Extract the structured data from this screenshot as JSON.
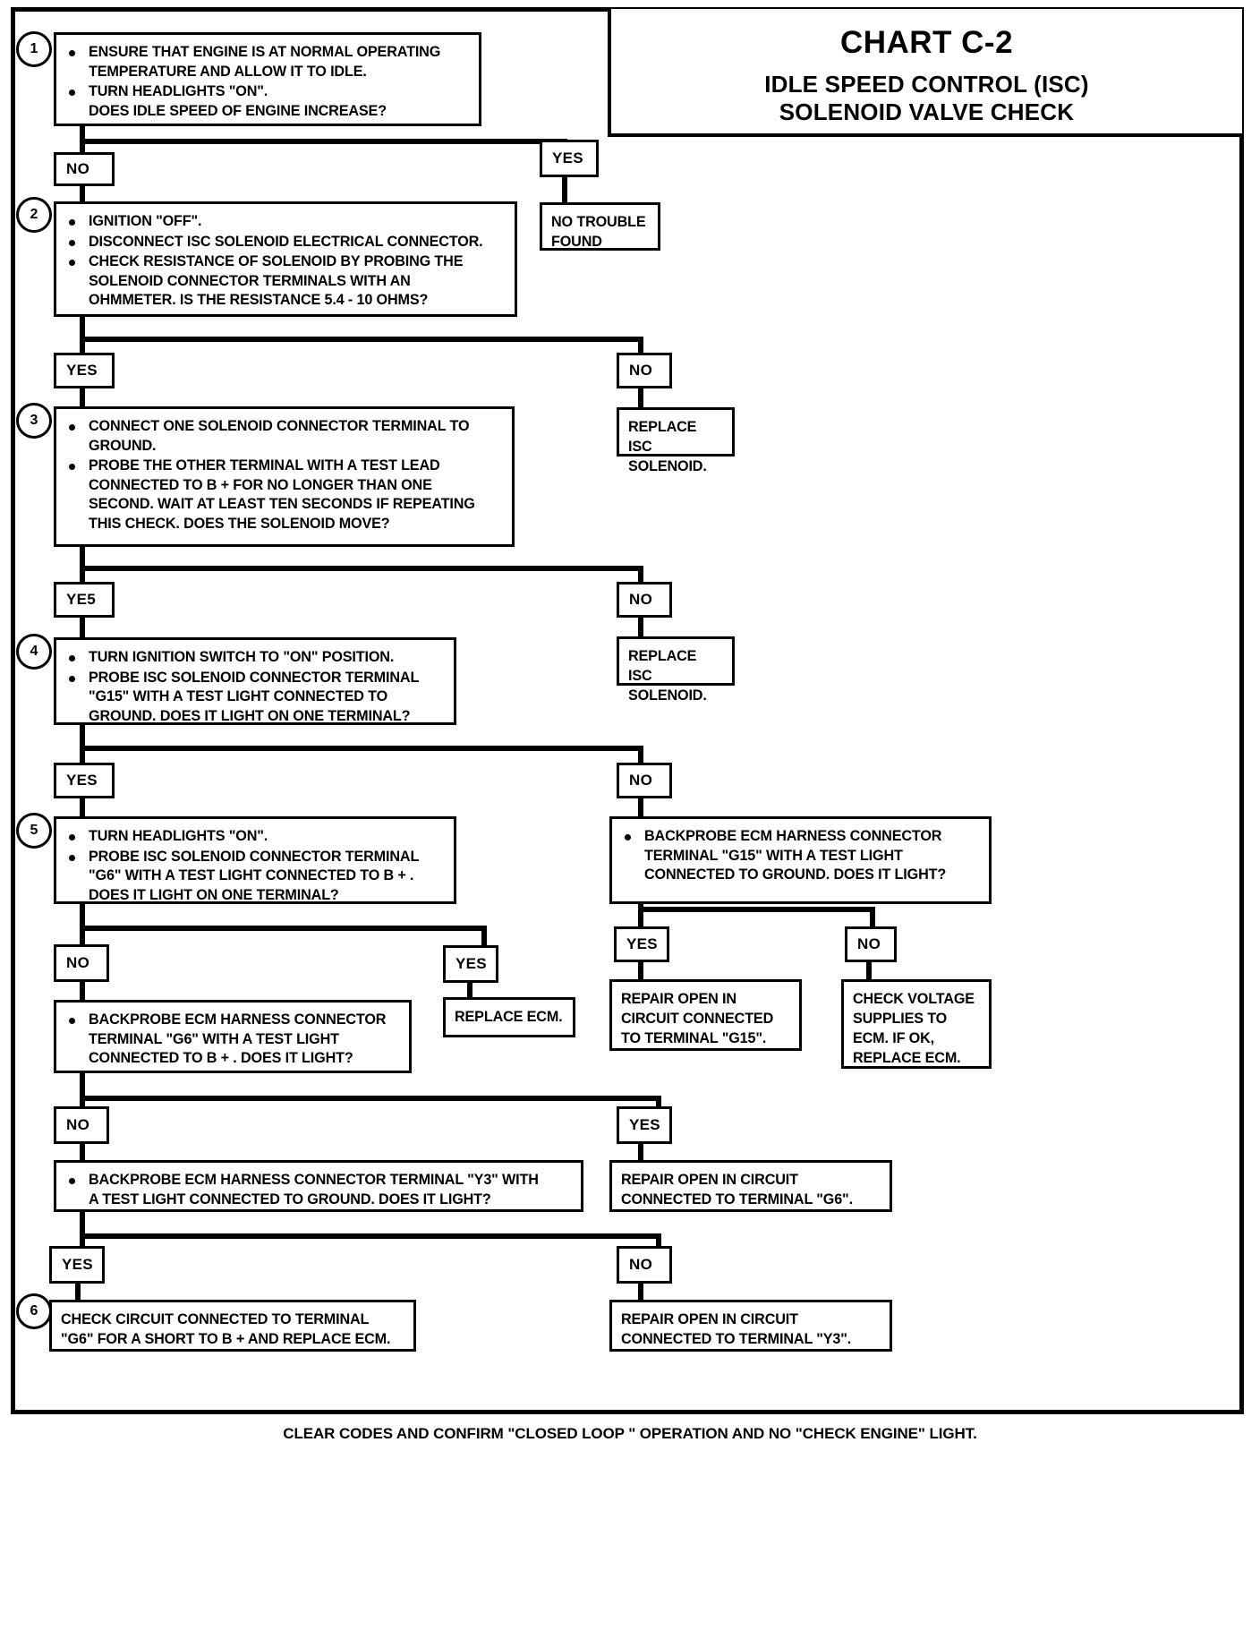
{
  "header": {
    "chart_id": "CHART C-2",
    "subtitle_line1": "IDLE SPEED CONTROL (ISC)",
    "subtitle_line2": "SOLENOID VALVE CHECK"
  },
  "footer": {
    "text": "CLEAR CODES AND CONFIRM \"CLOSED LOOP \" OPERATION AND NO \"CHECK ENGINE\" LIGHT."
  },
  "steps": {
    "s1": {
      "number": "1",
      "b1": "ENSURE THAT ENGINE IS AT NORMAL OPERATING\nTEMPERATURE AND ALLOW IT TO IDLE.",
      "b2": "TURN HEADLIGHTS \"ON\".\nDOES IDLE SPEED OF ENGINE INCREASE?"
    },
    "s2": {
      "number": "2",
      "b1": "IGNITION \"OFF\".",
      "b2": "DISCONNECT ISC SOLENOID ELECTRICAL CONNECTOR.",
      "b3": "CHECK RESISTANCE OF SOLENOID BY PROBING THE\nSOLENOID CONNECTOR TERMINALS WITH AN\nOHMMETER.  IS THE RESISTANCE 5.4 - 10 OHMS?"
    },
    "s3": {
      "number": "3",
      "b1": "CONNECT ONE SOLENOID CONNECTOR TERMINAL TO\nGROUND.",
      "b2": "PROBE THE OTHER TERMINAL WITH A TEST LEAD\nCONNECTED TO B + FOR NO LONGER THAN ONE\nSECOND.  WAIT AT LEAST TEN SECONDS IF REPEATING\nTHIS CHECK.  DOES THE SOLENOID MOVE?"
    },
    "s4": {
      "number": "4",
      "b1": "TURN IGNITION SWITCH TO \"ON\" POSITION.",
      "b2": "PROBE ISC SOLENOID CONNECTOR TERMINAL\n\"G15\"  WITH A TEST LIGHT CONNECTED TO\nGROUND.  DOES IT LIGHT ON ONE TERMINAL?"
    },
    "s5": {
      "number": "5",
      "b1": "TURN HEADLIGHTS \"ON\".",
      "b2": "PROBE ISC SOLENOID CONNECTOR TERMINAL\n\"G6\"  WITH A TEST LIGHT CONNECTED TO B + .\nDOES IT LIGHT ON ONE TERMINAL?"
    },
    "s6": {
      "number": "6",
      "text": "CHECK CIRCUIT CONNECTED TO TERMINAL\n\"G6\" FOR A SHORT TO B + AND REPLACE ECM."
    }
  },
  "boxes": {
    "no_trouble_found": "NO TROUBLE\nFOUND",
    "replace_isc_1": "REPLACE ISC\nSOLENOID.",
    "replace_isc_2": "REPLACE ISC\nSOLENOID.",
    "backprobe_g15": "BACKPROBE ECM HARNESS CONNECTOR\nTERMINAL \"G15\" WITH A TEST LIGHT\nCONNECTED TO GROUND. DOES IT LIGHT?",
    "repair_open_g15": "REPAIR OPEN IN\nCIRCUIT CONNECTED\nTO TERMINAL \"G15\".",
    "check_voltage": "CHECK VOLTAGE\nSUPPLIES TO\nECM. IF OK,\nREPLACE ECM.",
    "replace_ecm": "REPLACE ECM.",
    "backprobe_g6": "BACKPROBE ECM HARNESS CONNECTOR\nTERMINAL \"G6\" WITH A TEST LIGHT\nCONNECTED TO B + . DOES IT LIGHT?",
    "backprobe_y3": "BACKPROBE ECM HARNESS CONNECTOR TERMINAL \"Y3\" WITH\nA TEST LIGHT CONNECTED TO GROUND.  DOES IT LIGHT?",
    "repair_open_g6": "REPAIR OPEN IN CIRCUIT\nCONNECTED TO TERMINAL \"G6\".",
    "repair_open_y3": "REPAIR OPEN IN CIRCUIT\nCONNECTED TO TERMINAL \"Y3\"."
  },
  "tags": {
    "t1_no": "NO",
    "t1_yes": "YES",
    "t2_yes": "YES",
    "t2_no": "NO",
    "t3_yes": "YE5",
    "t3_no": "NO",
    "t4_yes": "YES",
    "t4_no": "NO",
    "t5_no": "NO",
    "t5_yes": "YES",
    "t6_yes": "YES",
    "t6_no": "NO",
    "t7_no": "NO",
    "t7_yes": "YES",
    "t8_yes": "YES",
    "t8_no": "NO"
  },
  "colors": {
    "ink": "#000000",
    "paper": "#ffffff"
  }
}
